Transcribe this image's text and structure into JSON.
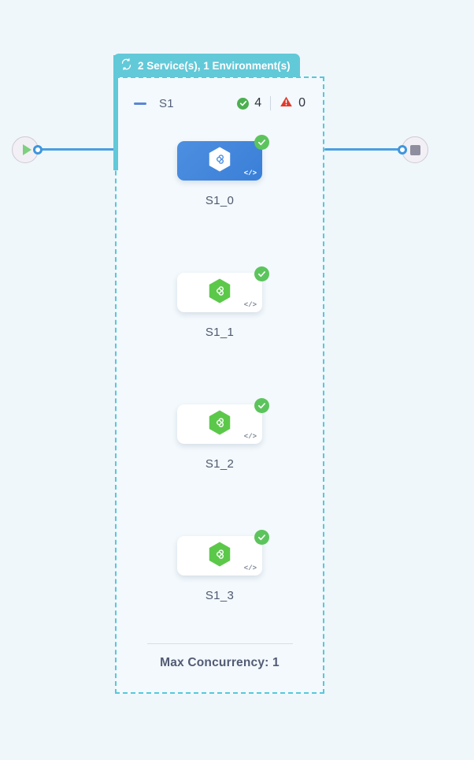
{
  "canvas": {
    "background_color": "#eff7fb"
  },
  "group": {
    "header": {
      "icon": "loop-refresh-icon",
      "label": "2 Service(s), 1 Environment(s)",
      "background_color": "#62c9d8",
      "text_color": "#ffffff"
    },
    "border_color": "#55c8dc",
    "border_style": "dashed"
  },
  "service": {
    "collapse_icon": "minus-collapse-icon",
    "name": "S1",
    "status": {
      "success_icon": "check-circle-icon",
      "success_count": "4",
      "success_color": "#4caf50",
      "warning_icon": "warning-triangle-icon",
      "warning_count": "0",
      "warning_color": "#e03a2f"
    }
  },
  "nodes": [
    {
      "label": "S1_0",
      "selected": true,
      "icon": "hexagon-infinity-icon",
      "status_icon": "check-circle-icon",
      "code_icon": "code-brackets-icon",
      "code_glyph": "</>",
      "card_color": "#3a7fd8",
      "hexagon_color": "#ffffff",
      "symbol_color": "#4d8fe0"
    },
    {
      "label": "S1_1",
      "selected": false,
      "icon": "hexagon-infinity-icon",
      "status_icon": "check-circle-icon",
      "code_icon": "code-brackets-icon",
      "code_glyph": "</>",
      "card_color": "#ffffff",
      "hexagon_color": "#5cc84a",
      "symbol_color": "#ffffff"
    },
    {
      "label": "S1_2",
      "selected": false,
      "icon": "hexagon-infinity-icon",
      "status_icon": "check-circle-icon",
      "code_icon": "code-brackets-icon",
      "code_glyph": "</>",
      "card_color": "#ffffff",
      "hexagon_color": "#5cc84a",
      "symbol_color": "#ffffff"
    },
    {
      "label": "S1_3",
      "selected": false,
      "icon": "hexagon-infinity-icon",
      "status_icon": "check-circle-icon",
      "code_icon": "code-brackets-icon",
      "code_glyph": "</>",
      "card_color": "#ffffff",
      "hexagon_color": "#5cc84a",
      "symbol_color": "#ffffff"
    }
  ],
  "footer": {
    "text": "Max Concurrency: 1"
  },
  "terminals": {
    "start": {
      "icon": "play-triangle-icon",
      "color": "#7ed07e"
    },
    "end": {
      "icon": "stop-square-icon",
      "color": "#8e8e9e"
    }
  },
  "edges": {
    "color": "#4a9fe0",
    "handle_color": "#3f96dd"
  }
}
